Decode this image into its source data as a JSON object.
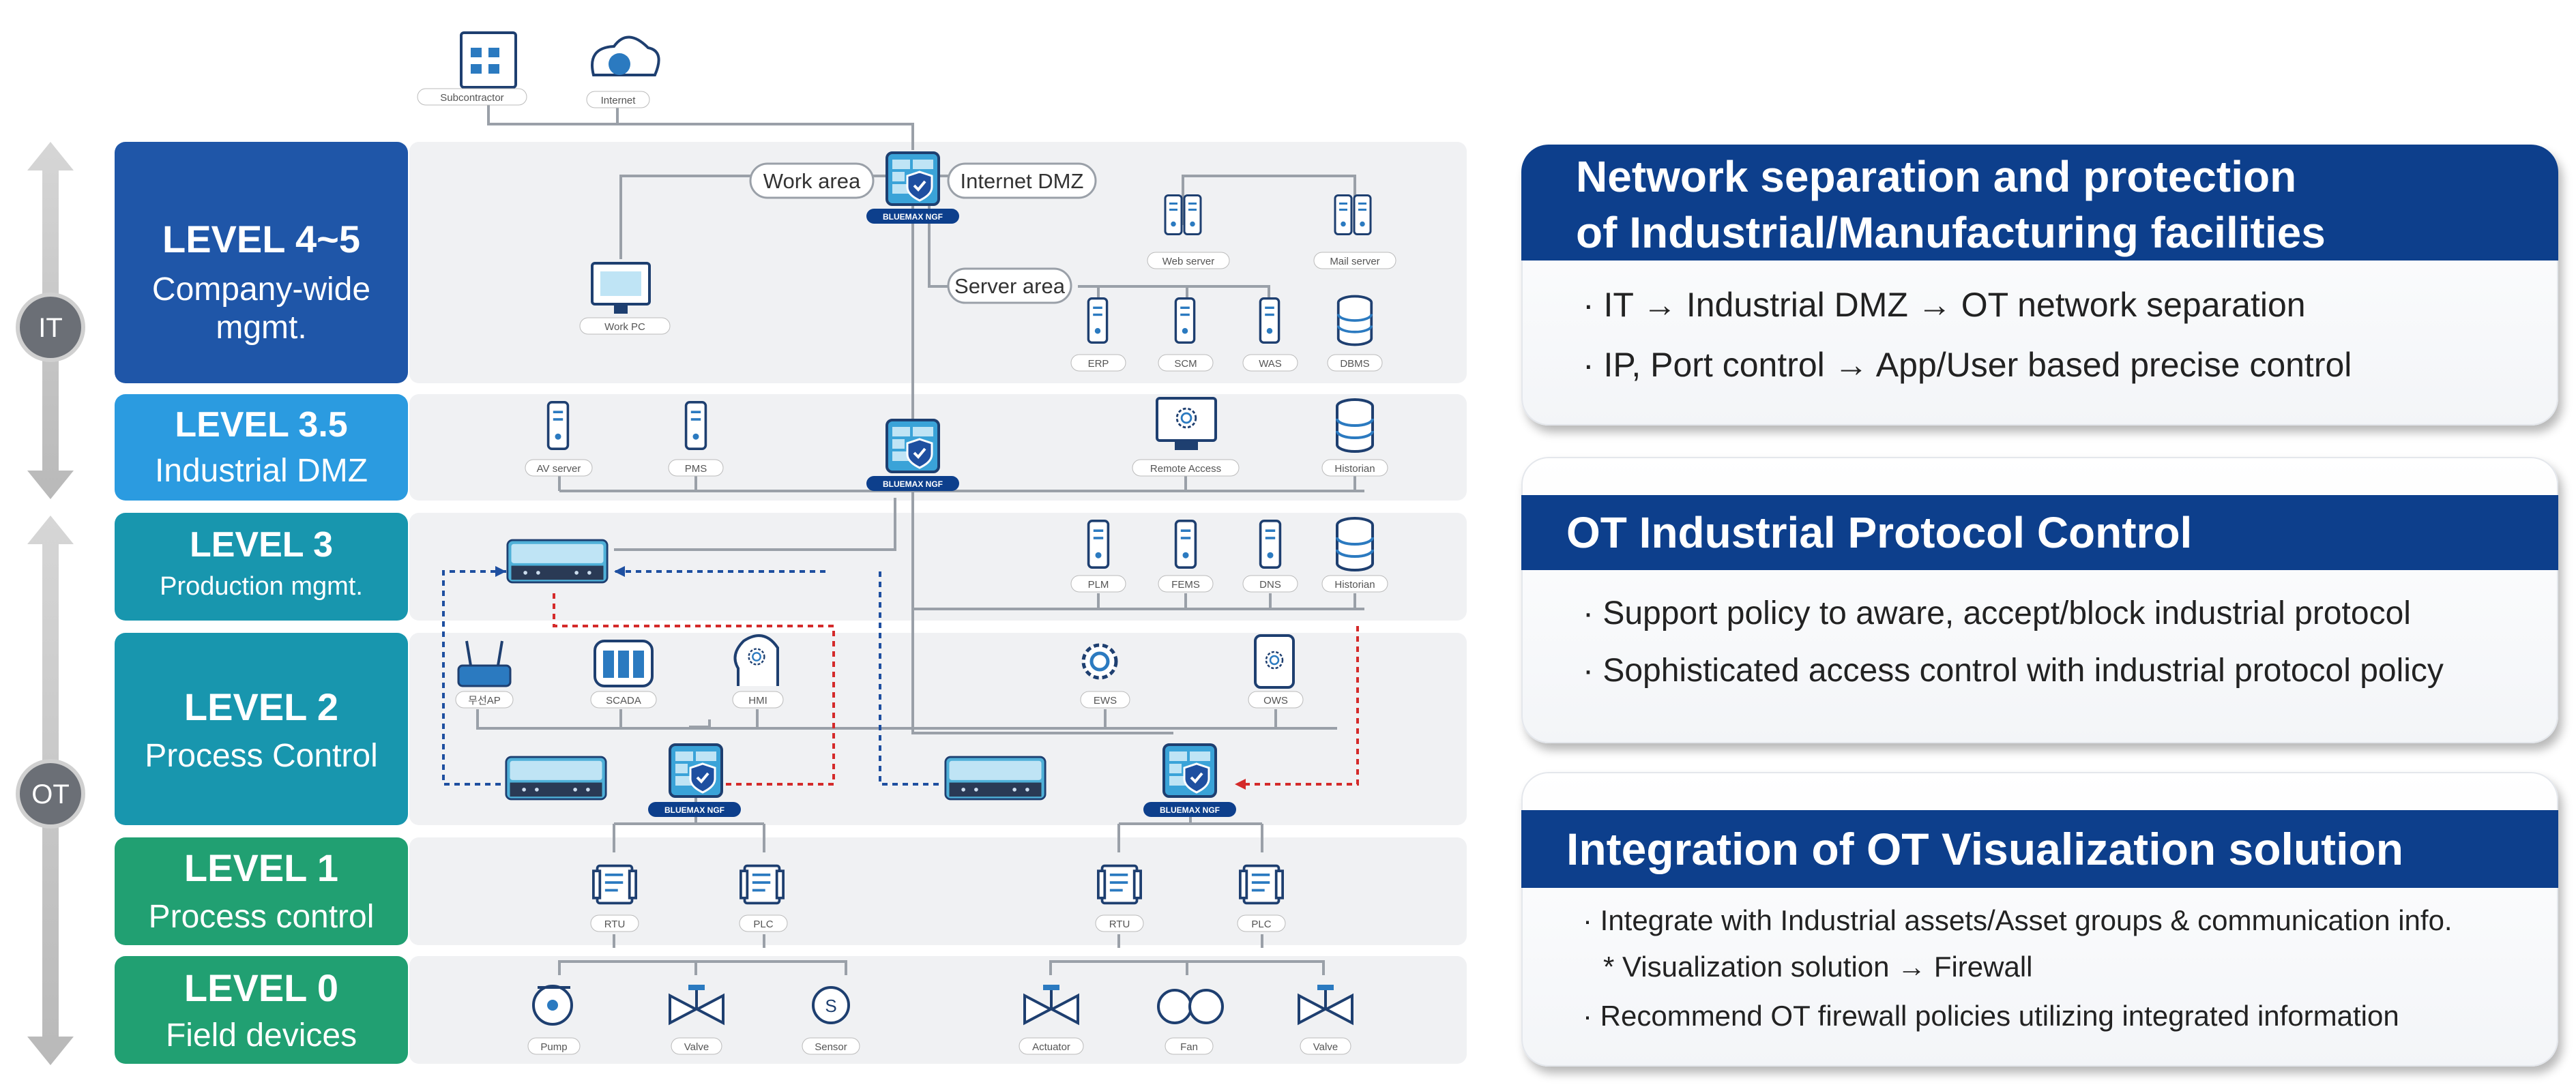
{
  "levels": [
    {
      "title": "LEVEL 4~5",
      "sub": "Company-wide\nmgmt.",
      "color": "#1f56a8"
    },
    {
      "title": "LEVEL 3.5",
      "sub": "Industrial DMZ",
      "color": "#2b9be0"
    },
    {
      "title": "LEVEL 3",
      "sub": "Production mgmt.",
      "color": "#1896ae"
    },
    {
      "title": "LEVEL 2",
      "sub": "Process Control",
      "color": "#1896ae"
    },
    {
      "title": "LEVEL 1",
      "sub": "Process control",
      "color": "#21a072"
    },
    {
      "title": "LEVEL 0",
      "sub": "Field devices",
      "color": "#21a072"
    }
  ],
  "side_labels": {
    "it": "IT",
    "ot": "OT"
  },
  "areas": {
    "work": "Work area",
    "internet_dmz": "Internet DMZ",
    "server": "Server area"
  },
  "top_nodes": {
    "subcontractor": "Subcontractor",
    "internet": "Internet"
  },
  "l45_nodes": {
    "work_pc": "Work PC",
    "web_server": "Web server",
    "mail_server": "Mail server",
    "erp": "ERP",
    "scm": "SCM",
    "was": "WAS",
    "dbms": "DBMS"
  },
  "l35_nodes": {
    "av_server": "AV server",
    "pms": "PMS",
    "remote_access": "Remote  Access",
    "historian": "Historian"
  },
  "l3_nodes": {
    "plm": "PLM",
    "fems": "FEMS",
    "dns": "DNS",
    "historian": "Historian"
  },
  "l2_nodes": {
    "wireless_ap": "무선AP",
    "scada": "SCADA",
    "hmi": "HMI",
    "ews": "EWS",
    "ows": "OWS"
  },
  "l1_nodes": {
    "rtu": "RTU",
    "plc": "PLC"
  },
  "l0_nodes": {
    "pump": "Pump",
    "valve": "Valve",
    "sensor": "Sensor",
    "actuator": "Actuator",
    "fan": "Fan"
  },
  "firewall_badge": "BLUEMAX  NGF",
  "colors": {
    "accent_blue": "#0d3f8c",
    "red_dotted": "#d42a2a",
    "blue_dotted": "#1e4fa0",
    "band": "#f0f1f3"
  },
  "panels": [
    {
      "title": "Network separation and protection\nof Industrial/Manufacturing facilities",
      "bullets": [
        "· IT → Industrial DMZ → OT network separation",
        "· IP, Port control → App/User based  precise control"
      ]
    },
    {
      "title": "OT Industrial Protocol Control",
      "bullets": [
        "· Support policy to aware, accept/block industrial protocol",
        "· Sophisticated access control with industrial protocol policy"
      ]
    },
    {
      "title": "Integration of OT Visualization solution",
      "bullets": [
        "· Integrate with Industrial assets/Asset groups & communication info.",
        "* Visualization  solution  →  Firewall",
        "· Recommend OT firewall policies utilizing integrated information"
      ]
    }
  ]
}
